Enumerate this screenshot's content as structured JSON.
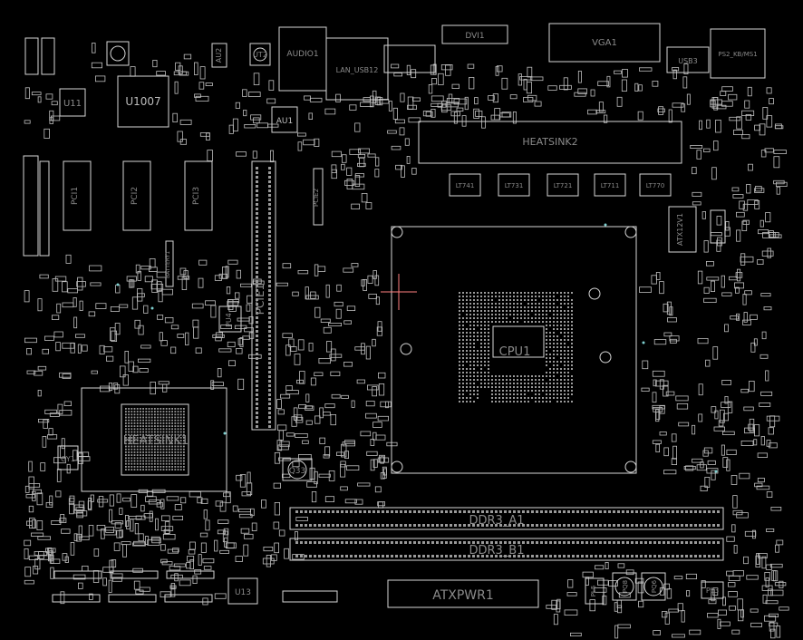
{
  "board": {
    "background": "#000000",
    "line_color": "#d6d6d6",
    "text_color": "#8a8a8a",
    "marker_color": "#7fd0d0",
    "cursor_color": "#ff7f7f"
  },
  "labels": {
    "u1007": "U1007",
    "u11": "U11",
    "au2": "AU2",
    "ut2": "UT2",
    "au1": "AU1",
    "audio1": "AUDIO1",
    "lan_usb": "LAN_USB12",
    "dvi": "DVI1",
    "vga": "VGA1",
    "usb3": "USB3",
    "ps2": "PS2_KB/MS1",
    "heatsink_top": "HEATSINK2",
    "lt741": "LT741",
    "lt731": "LT731",
    "lt721": "LT721",
    "lt711": "LT711",
    "lt770": "LT770",
    "pcie1": "PCIE1",
    "pci1": "PCI1",
    "pci2": "PCI2",
    "pci3": "PCI3",
    "pcie2": "PCIE2",
    "battery": "BATTERY1",
    "pu4": "PU4",
    "cpu": "CPU1",
    "atx12v": "ATX12V1",
    "heatsink_pch": "HEATSINK1",
    "gy1": "GY1",
    "q33": "Q33",
    "ddr3_a1": "DDR3_A1",
    "ddr3_b1": "DDR3_B1",
    "atxpwr": "ATXPWR1",
    "u13": "U13",
    "pl3": "PL3",
    "pl5": "PL5",
    "pq8": "PQ8",
    "pq6": "PQ6"
  }
}
